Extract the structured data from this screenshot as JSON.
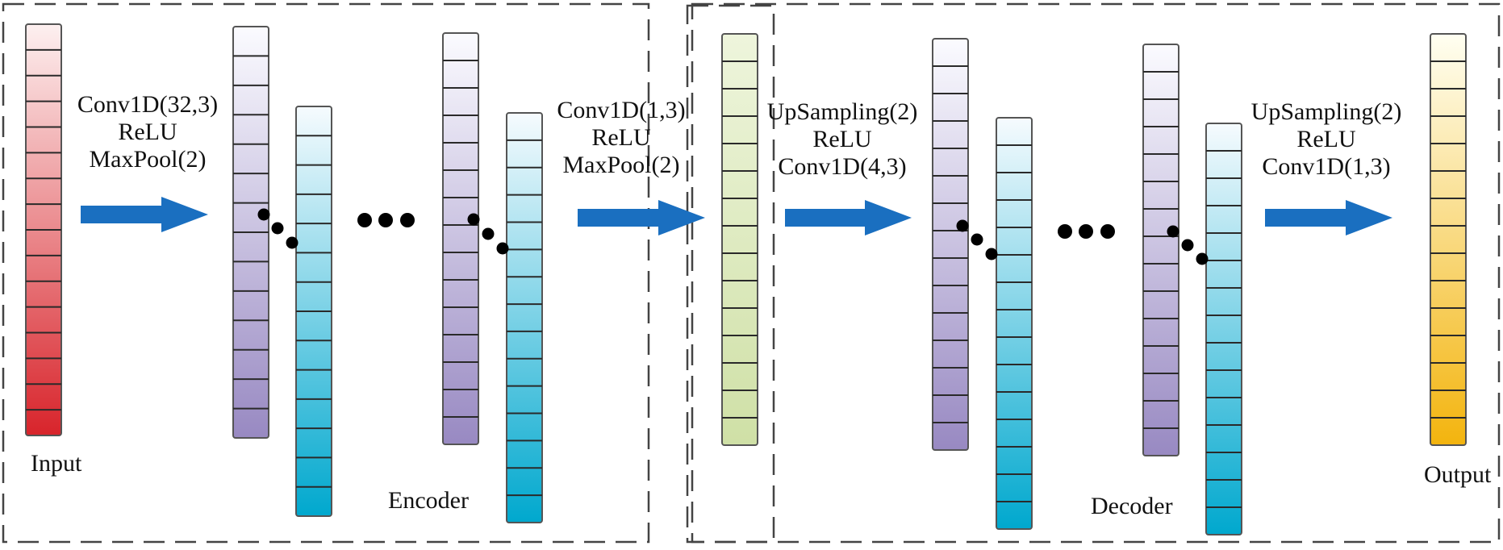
{
  "colors": {
    "arrow": "#1a6fc0",
    "dash": "#444444",
    "cell_border": "#2a2a2a",
    "input_top": "#fdf0f0",
    "input_bottom": "#d8242b",
    "purple_top": "#fbfbff",
    "purple_bottom": "#9889c2",
    "cyan_top": "#f6fbfe",
    "cyan_bottom": "#00a8ce",
    "green_top": "#eef5dc",
    "green_bottom": "#cfe0a6",
    "output_top": "#fffff2",
    "output_bottom": "#f3b40e"
  },
  "labels": {
    "input": "Input",
    "output": "Output",
    "encoder": "Encoder",
    "decoder": "Decoder"
  },
  "operations": {
    "op1": [
      "Conv1D(32,3)",
      "ReLU",
      "MaxPool(2)"
    ],
    "op2": [
      "Conv1D(1,3)",
      "ReLU",
      "MaxPool(2)"
    ],
    "op3": [
      "UpSampling(2)",
      "ReLU",
      "Conv1D(4,3)"
    ],
    "op4": [
      "UpSampling(2)",
      "ReLU",
      "Conv1D(1,3)"
    ]
  },
  "icons": {
    "ellipsis": "three-dot-ellipsis",
    "arrow": "right-arrow"
  }
}
